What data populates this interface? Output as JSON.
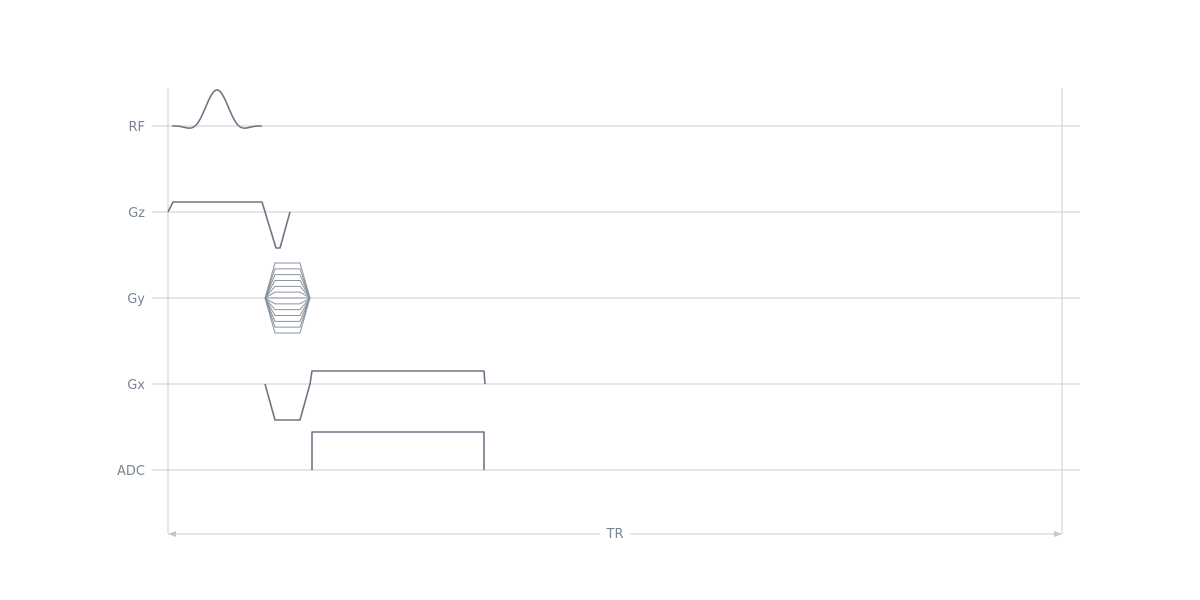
{
  "channels": {
    "rf": "RF",
    "gz": "Gz",
    "gy": "Gy",
    "gx": "Gx",
    "adc": "ADC"
  },
  "interval_label": "TR",
  "phase_encode_steps": 13,
  "colors": {
    "waveform": "#6b7685",
    "baseline": "#d3d6da",
    "label": "#7a8591"
  }
}
